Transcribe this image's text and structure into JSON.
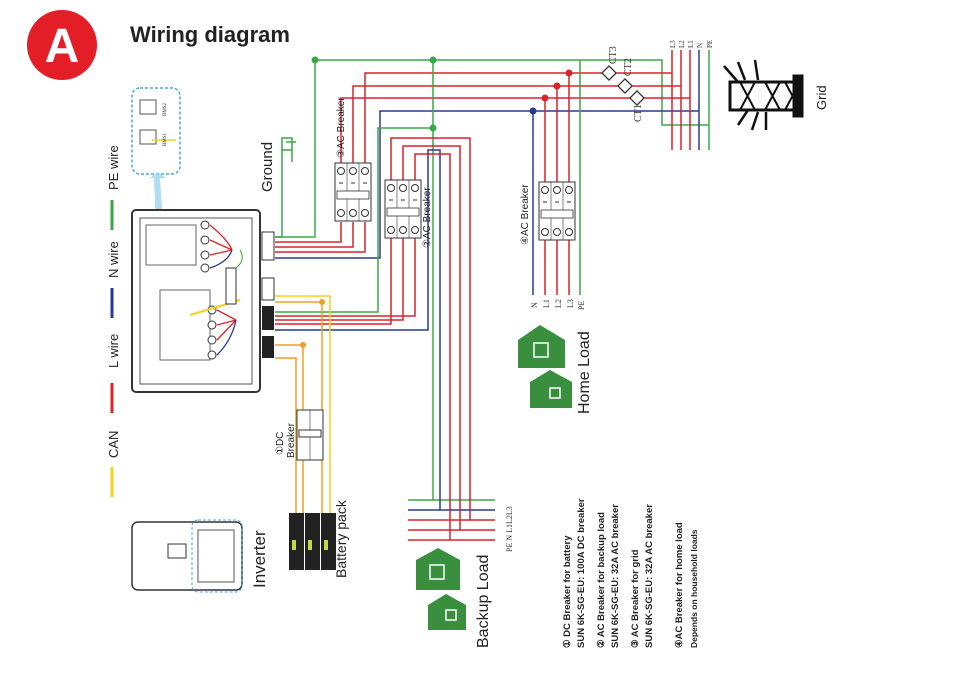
{
  "header": {
    "badge": "A",
    "title": "Wiring diagram"
  },
  "legend": [
    {
      "label": "PE wire",
      "color": "#3aa845"
    },
    {
      "label": "N wire",
      "color": "#2a3b8f"
    },
    {
      "label": "L wire",
      "color": "#d8232a"
    },
    {
      "label": "CAN",
      "color": "#f2d21b"
    }
  ],
  "colors": {
    "pe": "#3aa845",
    "n": "#2a3b8f",
    "l": "#d8232a",
    "can": "#f2d21b",
    "battery": "#f0a020",
    "badge": "#e41e26",
    "house": "#3a8f3f",
    "callout": "#4aa8d8"
  },
  "labels": {
    "ground": "Ground",
    "breaker3": "③AC Breaker",
    "breaker2": "②AC Breaker",
    "breaker4": "④AC Breaker",
    "breaker1_line1": "①DC",
    "breaker1_line2": "Breaker",
    "battery_pack": "Battery pack",
    "inverter": "Inverter",
    "backup_load": "Backup Load",
    "home_load": "Home Load",
    "grid": "Grid",
    "ct1": "CT1",
    "ct2": "CT2",
    "ct3": "CT3",
    "bms1": "BMS1",
    "bms2": "BMS2",
    "backup_terminals": "PE N L1L2L3",
    "home_terminals": [
      "N",
      "L1",
      "L2",
      "L3",
      "PE"
    ],
    "grid_terminals": [
      "L3",
      "L2",
      "L1",
      "N",
      "PE"
    ]
  },
  "notes": [
    {
      "title": "① DC Breaker for battery",
      "detail": "SUN 6K-SG-EU: 100A DC breaker"
    },
    {
      "title": "② AC Breaker for backup load",
      "detail": "SUN 6K-SG-EU: 32A AC breaker"
    },
    {
      "title": "③ AC Breaker for grid",
      "detail": "SUN 6K-SG-EU: 32A AC breaker"
    },
    {
      "title": "④AC Breaker for home load",
      "detail": "Depends on household loads"
    }
  ]
}
